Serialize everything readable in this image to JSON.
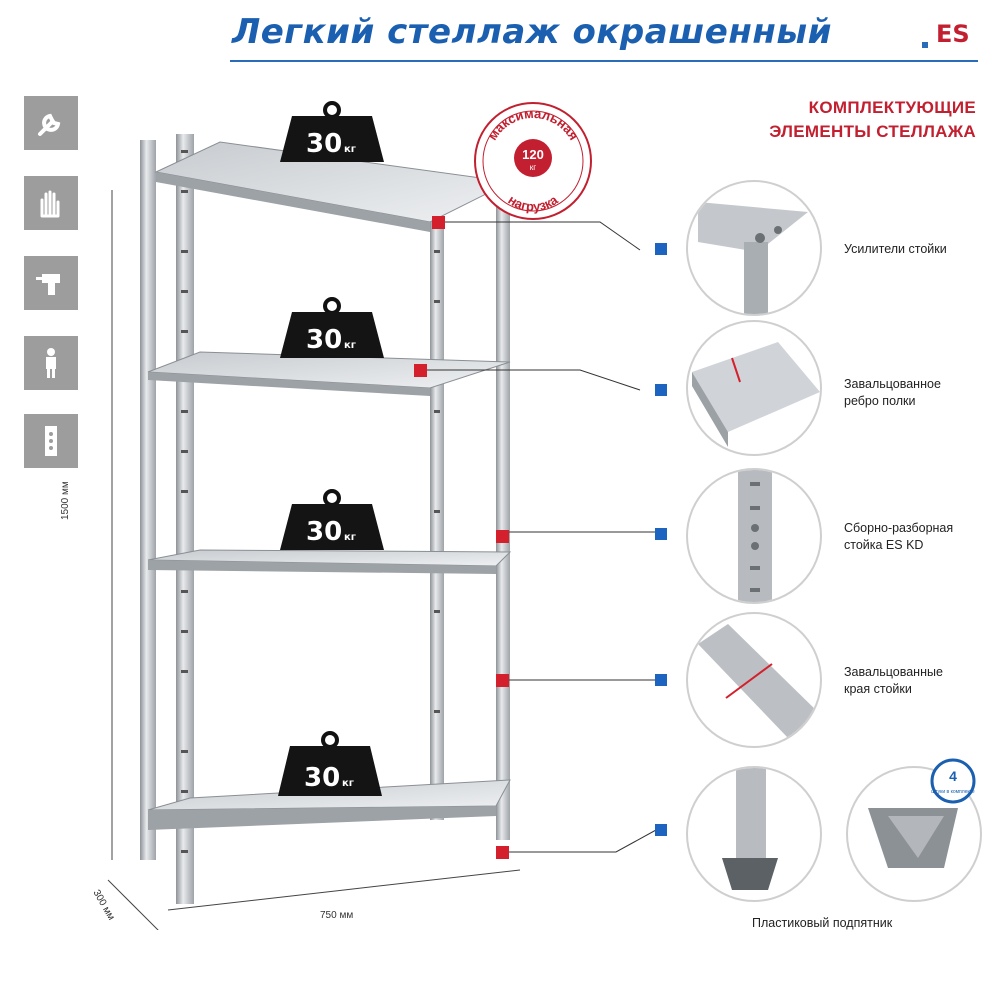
{
  "header": {
    "title": "Легкий стеллаж окрашенный",
    "brand": "ES"
  },
  "side_icons": [
    "wrench-icon",
    "gloves-icon",
    "drill-icon",
    "person-icon",
    "level-icon"
  ],
  "components_title": {
    "line1": "КОМПЛЕКТУЮЩИЕ",
    "line2": "ЭЛЕМЕНТЫ СТЕЛЛАЖА"
  },
  "badge": {
    "top_text": "максимальная",
    "value": "120",
    "unit": "кг",
    "bottom_text": "нагрузка"
  },
  "weights": [
    {
      "value": "30",
      "unit": "кг"
    },
    {
      "value": "30",
      "unit": "кг"
    },
    {
      "value": "30",
      "unit": "кг"
    },
    {
      "value": "30",
      "unit": "кг"
    }
  ],
  "dimensions": {
    "height": "1500 мм",
    "width": "750 мм",
    "depth": "300 мм"
  },
  "components": [
    {
      "line1": "Усилители стойки",
      "line2": ""
    },
    {
      "line1": "Завальцованное",
      "line2": "ребро полки"
    },
    {
      "line1": "Сборно-разборная",
      "line2": "стойка ES KD"
    },
    {
      "line1": "Завальцованные",
      "line2": "края стойки"
    }
  ],
  "footer_component": "Пластиковый подпятник",
  "kit_badge": {
    "number": "4",
    "text": "штуки в комплекте"
  },
  "colors": {
    "title_blue": "#1b5fb0",
    "accent_red": "#c22030",
    "marker_blue": "#1d64c0",
    "icon_gray": "#9d9d9d"
  }
}
